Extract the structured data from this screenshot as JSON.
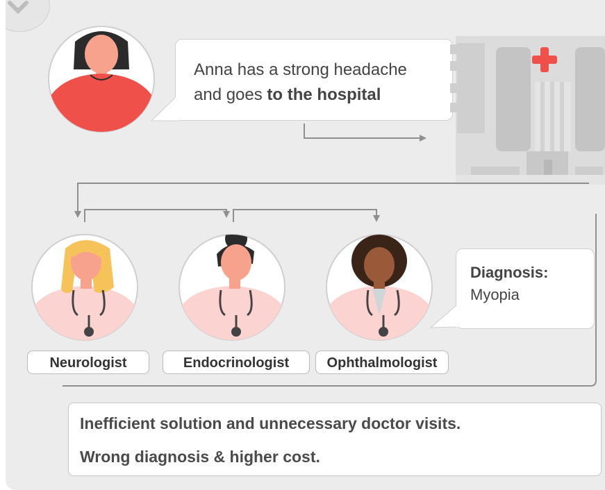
{
  "intro": {
    "line1": "Anna has a strong headache",
    "line2_prefix": "and goes ",
    "line2_bold": "to the hospital"
  },
  "doctors": [
    {
      "label": "Neurologist"
    },
    {
      "label": "Endocrinologist"
    },
    {
      "label": "Ophthalmologist"
    }
  ],
  "diagnosis": {
    "title": "Diagnosis:",
    "value": "Myopia"
  },
  "conclusion": {
    "line1": "Inefficient solution and unnecessary doctor visits.",
    "line2": "Wrong diagnosis & higher cost."
  },
  "colors": {
    "panel": "#ececec",
    "connector": "#8f8f8f",
    "patient_shirt": "#f0504a",
    "patient_skin": "#f7a28c",
    "hair_dark": "#2b2b2b",
    "hair_blonde": "#f5c35a",
    "coat": "#fbd3d0",
    "hospital": "#d9d9d9",
    "red_cross": "#f0504a"
  },
  "icons": [
    "back-chevron-icon",
    "patient-avatar",
    "hospital-illustration",
    "red-cross-icon",
    "stethoscope-icon"
  ]
}
